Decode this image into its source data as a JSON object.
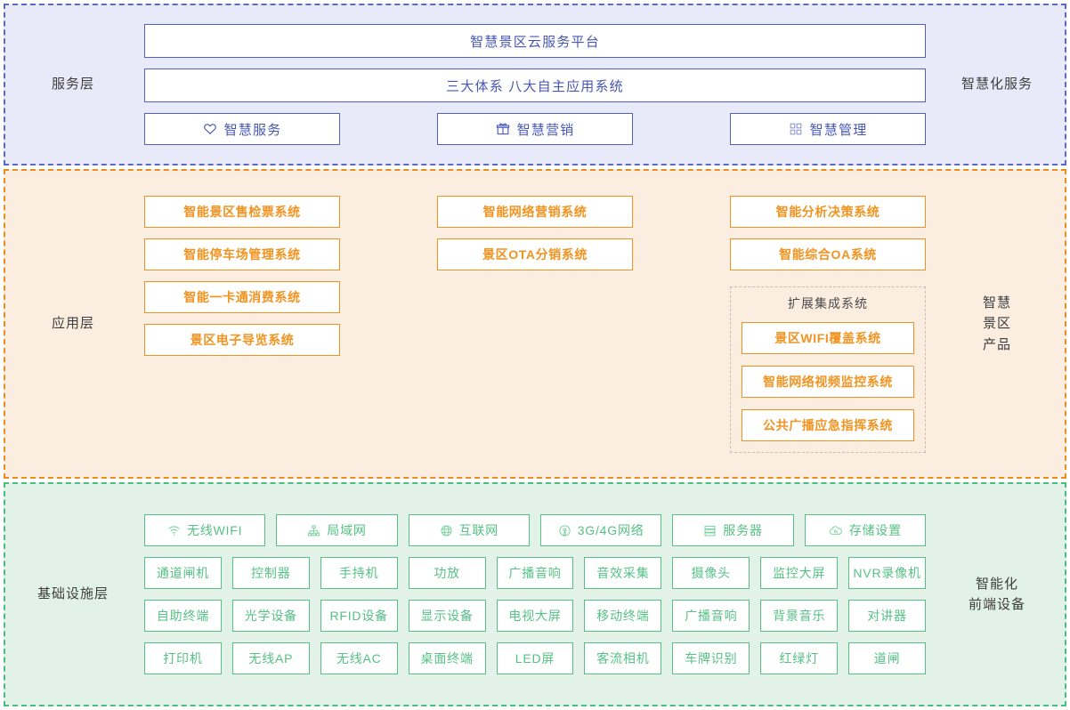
{
  "service_layer": {
    "left_label": "服务层",
    "right_label": "智慧化服务",
    "banner1": "智慧景区云服务平台",
    "banner2": "三大体系  八大自主应用系统",
    "cards": [
      {
        "label": "智慧服务",
        "icon": "heart-icon"
      },
      {
        "label": "智慧营销",
        "icon": "gift-icon"
      },
      {
        "label": "智慧管理",
        "icon": "grid-icon"
      }
    ],
    "accent": "#4657b4",
    "background": "#e9eaf9"
  },
  "application_layer": {
    "left_label": "应用层",
    "right_label": "智慧\n景区\n产品",
    "right_label_lines": [
      "智慧",
      "景区",
      "产品"
    ],
    "columns": [
      {
        "items": [
          "智能景区售检票系统",
          "智能停车场管理系统",
          "智能一卡通消费系统",
          "景区电子导览系统"
        ]
      },
      {
        "items": [
          "智能网络营销系统",
          "景区OTA分销系统"
        ]
      },
      {
        "items": [
          "智能分析决策系统",
          "智能综合OA系统"
        ],
        "group": {
          "title": "扩展集成系统",
          "items": [
            "景区WIFI覆盖系统",
            "智能网络视频监控系统",
            "公共广播应急指挥系统"
          ]
        }
      }
    ],
    "accent": "#f2931f",
    "background": "#fbeee1"
  },
  "infrastructure_layer": {
    "left_label": "基础设施层",
    "right_label_lines": [
      "智能化",
      "前端设备"
    ],
    "network_row": [
      {
        "label": "无线WIFI",
        "icon": "wifi-icon"
      },
      {
        "label": "局域网",
        "icon": "lan-icon"
      },
      {
        "label": "互联网",
        "icon": "globe-icon"
      },
      {
        "label": "3G/4G网络",
        "icon": "signal-icon"
      },
      {
        "label": "服务器",
        "icon": "server-icon"
      },
      {
        "label": "存储设置",
        "icon": "cloud-storage-icon"
      }
    ],
    "device_rows": [
      [
        "通道闸机",
        "控制器",
        "手持机",
        "功放",
        "广播音响",
        "音效采集",
        "摄像头",
        "监控大屏",
        "NVR录像机"
      ],
      [
        "自助终端",
        "光学设备",
        "RFID设备",
        "显示设备",
        "电视大屏",
        "移动终端",
        "广播音响",
        "背景音乐",
        "对讲器"
      ],
      [
        "打印机",
        "无线AP",
        "无线AC",
        "桌面终端",
        "LED屏",
        "客流相机",
        "车牌识别",
        "红绿灯",
        "道闸"
      ]
    ],
    "accent": "#56c184",
    "background": "#e3f2e8"
  }
}
